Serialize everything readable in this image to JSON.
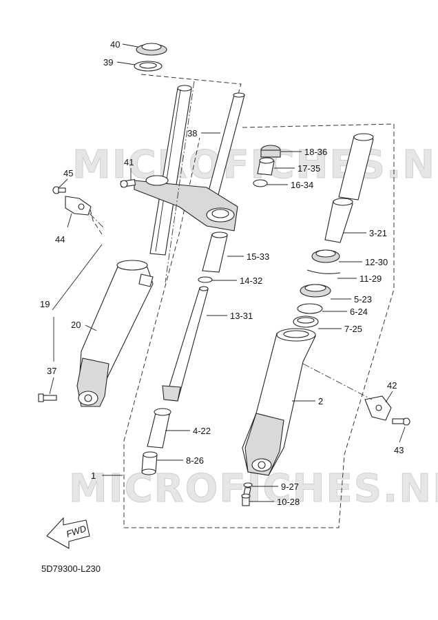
{
  "diagram": {
    "code": "5D79300-L230",
    "watermark": "MICROFICHES.NET",
    "fwd_label": "FWD",
    "callouts": [
      {
        "id": "c40",
        "text": "40"
      },
      {
        "id": "c39",
        "text": "39"
      },
      {
        "id": "c38",
        "text": "38"
      },
      {
        "id": "c41",
        "text": "41"
      },
      {
        "id": "c45",
        "text": "45"
      },
      {
        "id": "c44",
        "text": "44"
      },
      {
        "id": "c19",
        "text": "19"
      },
      {
        "id": "c20",
        "text": "20"
      },
      {
        "id": "c37",
        "text": "37"
      },
      {
        "id": "c1",
        "text": "1"
      },
      {
        "id": "c18",
        "text": "18-36"
      },
      {
        "id": "c17",
        "text": "17-35"
      },
      {
        "id": "c16",
        "text": "16-34"
      },
      {
        "id": "c15",
        "text": "15-33"
      },
      {
        "id": "c14",
        "text": "14-32"
      },
      {
        "id": "c13",
        "text": "13-31"
      },
      {
        "id": "c4",
        "text": "4-22"
      },
      {
        "id": "c8",
        "text": "8-26"
      },
      {
        "id": "c3",
        "text": "3-21"
      },
      {
        "id": "c12",
        "text": "12-30"
      },
      {
        "id": "c11",
        "text": "11-29"
      },
      {
        "id": "c5",
        "text": "5-23"
      },
      {
        "id": "c6",
        "text": "6-24"
      },
      {
        "id": "c7",
        "text": "7-25"
      },
      {
        "id": "c2",
        "text": "2"
      },
      {
        "id": "c42",
        "text": "42"
      },
      {
        "id": "c43",
        "text": "43"
      },
      {
        "id": "c9",
        "text": "9-27"
      },
      {
        "id": "c10",
        "text": "10-28"
      }
    ]
  }
}
